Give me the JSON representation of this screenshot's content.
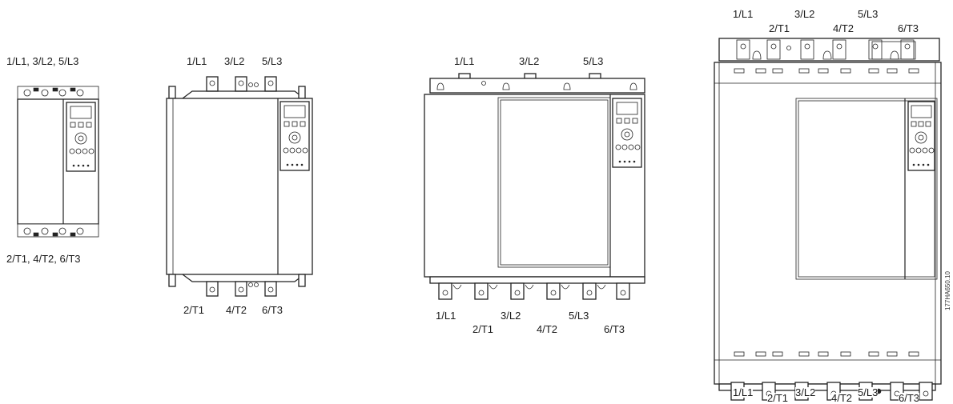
{
  "figure_id": "177HA650.10",
  "starters": [
    {
      "name": "small-frame",
      "top_labels": [
        "1/L1, 3/L2, 5/L3"
      ],
      "bottom_labels": [
        "2/T1, 4/T2, 6/T3"
      ]
    },
    {
      "name": "medium-frame",
      "top_labels": [
        "1/L1",
        "3/L2",
        "5/L3"
      ],
      "bottom_labels": [
        "2/T1",
        "4/T2",
        "6/T3"
      ]
    },
    {
      "name": "large-frame",
      "top_labels": [
        "1/L1",
        "3/L2",
        "5/L3"
      ],
      "bottom_labels_row1": [
        "1/L1",
        "3/L2",
        "5/L3"
      ],
      "bottom_labels_row2": [
        "2/T1",
        "4/T2",
        "6/T3"
      ]
    },
    {
      "name": "xlarge-frame",
      "top_labels_row1": [
        "1/L1",
        "3/L2",
        "5/L3"
      ],
      "top_labels_row2": [
        "2/T1",
        "4/T2",
        "6/T3"
      ],
      "bottom_labels_row1": [
        "1/L1",
        "3/L2",
        "5/L3"
      ],
      "bottom_labels_row2": [
        "2/T1",
        "4/T2",
        "6/T3"
      ]
    }
  ]
}
